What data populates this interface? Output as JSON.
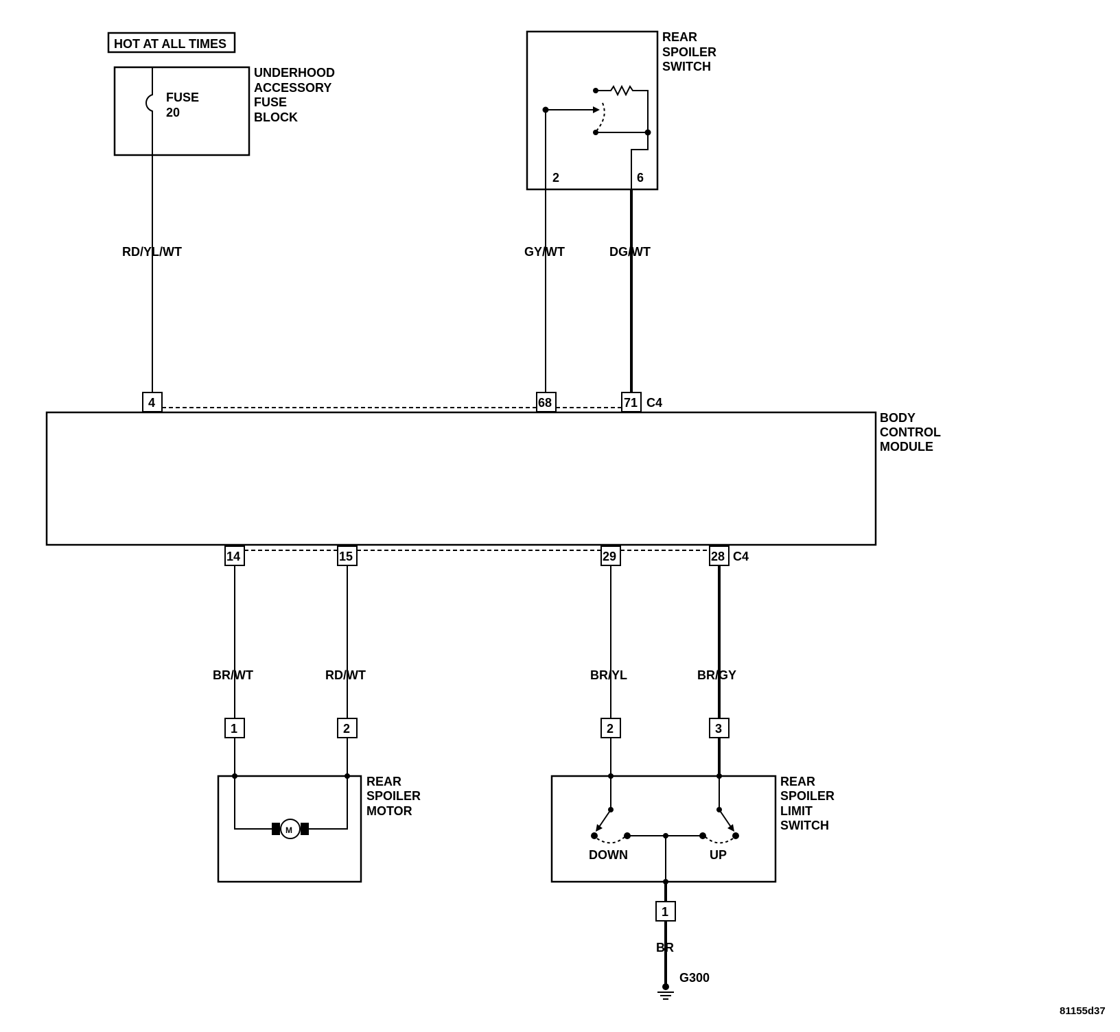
{
  "hot_label": "HOT AT ALL TIMES",
  "fuse_block": {
    "name": [
      "UNDERHOOD",
      "ACCESSORY",
      "FUSE",
      "BLOCK"
    ],
    "fuse_label": "FUSE",
    "fuse_number": "20"
  },
  "spoiler_switch": {
    "name": [
      "REAR",
      "SPOILER",
      "SWITCH"
    ],
    "pin_a": "2",
    "pin_b": "6"
  },
  "bcm": {
    "name": [
      "BODY",
      "CONTROL",
      "MODULE"
    ],
    "top_pins": [
      "4",
      "68",
      "71"
    ],
    "top_connector": "C4",
    "bottom_pins": [
      "14",
      "15",
      "29",
      "28"
    ],
    "bottom_connector": "C4"
  },
  "wires": {
    "fuse_to_bcm": "RD/YL/WT",
    "switch_pin2": "GY/WT",
    "switch_pin6": "DG/WT",
    "motor_a": "BR/WT",
    "motor_b": "RD/WT",
    "limit_down": "BR/YL",
    "limit_up": "BR/GY",
    "ground": "BR"
  },
  "motor": {
    "name": [
      "REAR",
      "SPOILER",
      "MOTOR"
    ],
    "pin_a": "1",
    "pin_b": "2",
    "symbol": "M"
  },
  "limit_switch": {
    "name": [
      "REAR",
      "SPOILER",
      "LIMIT",
      "SWITCH"
    ],
    "pin_down": "2",
    "pin_up": "3",
    "pin_ground": "1",
    "down_label": "DOWN",
    "up_label": "UP"
  },
  "ground_ref": "G300",
  "diagram_id": "81155d37"
}
